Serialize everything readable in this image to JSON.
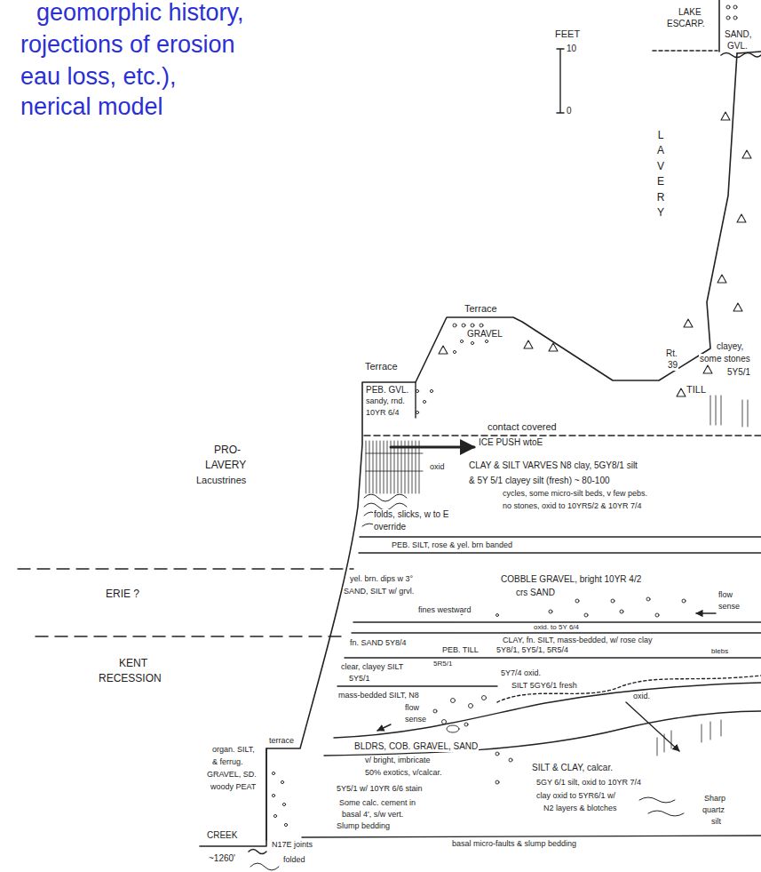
{
  "diagram": {
    "labels": [
      "geomorphic history,",
      "rojections of erosion",
      "eau loss, etc.),",
      "nerical model",
      "LAKE",
      "ESCARP.",
      "SAND,",
      "GVL.",
      "FEET",
      "10",
      "0",
      "LAVERY",
      "clayey,",
      "some stones",
      "5Y5/1",
      "Rt.",
      "39",
      "TILL",
      "Terrace",
      "GRAVEL",
      "Terrace",
      "PEB. GVL.",
      "sandy, rnd.",
      "10YR 6/4",
      "contact covered",
      "ICE PUSH wtoE",
      "CLAY & SILT VARVES N8 clay, 5GY8/1 silt",
      "& 5Y 5/1 clayey silt (fresh) ~ 80-100",
      "cycles, some micro-silt beds, v few pebs.",
      "no stones, oxid to 10YR5/2 & 10YR 7/4",
      "oxid",
      "PRO-",
      "LAVERY",
      "Lacustrines",
      "folds, slicks, w to E",
      "override",
      "PEB. SILT, rose & yel. brn banded",
      "ERIE ?",
      "yel. brn. dips w 3°",
      "SAND, SILT w/ grvl.",
      "fines westward",
      "COBBLE GRAVEL, bright 10YR 4/2",
      "crs SAND",
      "flow",
      "sense",
      "oxid. to 5Y 6/4",
      "CLAY, fn. SILT, mass-bedded, w/ rose clay",
      "blebs",
      "fn. SAND 5Y8/4",
      "PEB. TILL",
      "5Y8/1, 5Y5/1, 5R5/4",
      "5R5/1",
      "clear, clayey SILT",
      "5Y5/1",
      "KENT",
      "RECESSION",
      "5Y7/4 oxid.",
      "SILT 5GY6/1 fresh",
      "mass-bedded SILT, N8",
      "flow",
      "sense",
      "oxid.",
      "BLDRS, COB. GRAVEL, SAND",
      "v/ bright, imbricate",
      "50% exotics, v/calcar.",
      "5Y5/1 w/ 10YR 6/6 stain",
      "Some calc. cement in",
      "basal 4', s/w vert.",
      "Slump bedding",
      "SILT & CLAY, calcar.",
      "5GY 6/1 silt, oxid to 10YR 7/4",
      "clay oxid to 5YR6/1 w/",
      "N2 layers & blotches",
      "Sharp",
      "quartz",
      "silt",
      "N17E joints",
      "basal micro-faults & slump bedding",
      "organ. SILT,",
      "terrace",
      "& ferrug.",
      "GRAVEL, SD.",
      "woody PEAT",
      "CREEK",
      "~1260'",
      "folded"
    ]
  }
}
